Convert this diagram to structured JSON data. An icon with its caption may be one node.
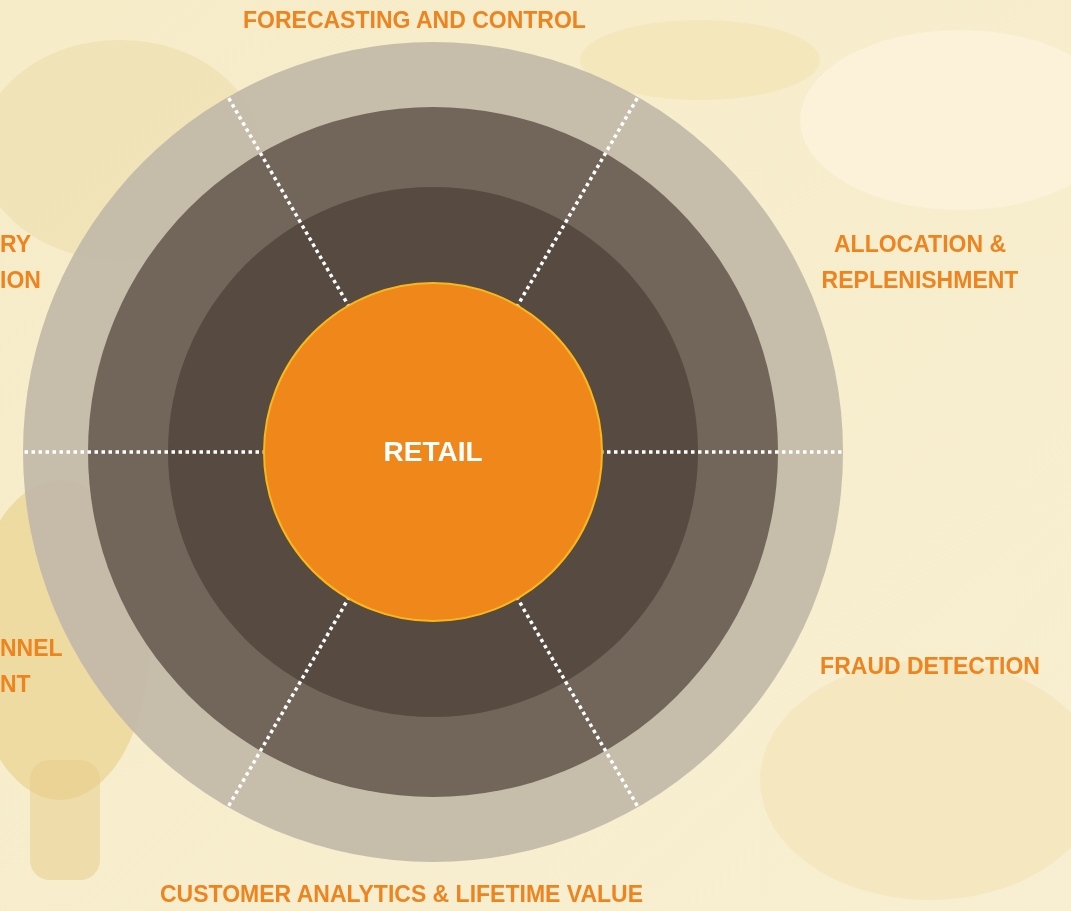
{
  "diagram": {
    "nodes": [
      {
        "text": [
          "RETAIL"
        ]
      }
    ],
    "labels": [
      "FORECASTING AND CONTROL",
      "RY ION",
      "ALLOCATION & REPLENISHMENT",
      "NNEL NT",
      "FRAUD DETECTION",
      "CUSTOMER ANALYTICS & LIFETIME VALUE"
    ]
  }
}
